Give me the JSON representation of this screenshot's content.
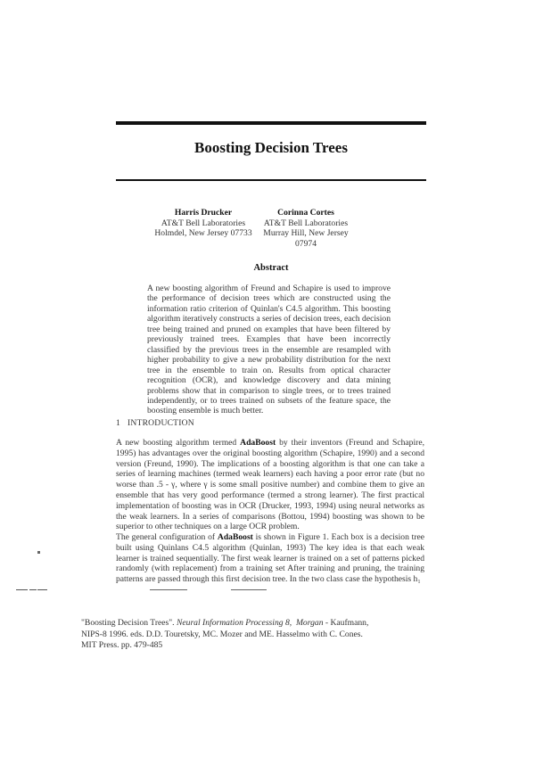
{
  "paper": {
    "title": "Boosting Decision Trees",
    "authors": [
      {
        "name": "Harris Drucker",
        "affiliation": "AT&T Bell Laboratories",
        "address": "Holmdel, New Jersey 07733"
      },
      {
        "name": "Corinna Cortes",
        "affiliation": "AT&T Bell Laboratories",
        "address": "Murray Hill, New Jersey 07974"
      }
    ],
    "abstract": {
      "heading": "Abstract",
      "text": "A new boosting algorithm of Freund and Schapire is used to improve the performance of decision trees which are constructed using the information ratio criterion of Quinlan's C4.5 algorithm. This boosting algorithm iteratively constructs a series of decision trees, each decision tree being trained and pruned on examples that have been filtered by previously trained trees. Examples that have been incorrectly classified by the previous trees in the ensemble are resampled with higher probability to give a new probability distribution for the next tree in the ensemble to train on. Results from optical character recognition (OCR), and knowledge discovery and data mining problems show that in comparison to single trees, or to trees trained independently, or to trees trained on subsets of the feature space, the boosting ensemble is much better."
    },
    "section": {
      "number": "1",
      "title": "INTRODUCTION"
    },
    "intro": {
      "p1_before": "A new boosting algorithm termed ",
      "p1_term": "AdaBoost",
      "p1_after": " by their inventors (Freund and Schapire, 1995) has advantages over the original boosting algorithm (Schapire, 1990) and a second version (Freund, 1990). The implications of a boosting algorithm is that one can take a series of learning machines (termed weak learners) each having a poor error rate (but no worse than .5 - γ, where γ is some small positive number) and combine them to give an ensemble that has very good performance (termed a strong learner). The first practical implementation of boosting was in OCR (Drucker, 1993, 1994) using neural networks as the weak learners. In a series of comparisons (Bottou, 1994) boosting was shown to be superior to other techniques on a large OCR problem.",
      "p2_before": "The general configuration of ",
      "p2_term": "AdaBoost",
      "p2_after": " is shown in Figure 1. Each box is a decision tree built using Quinlans C4.5 algorithm (Quinlan, 1993) The key idea is that each weak learner is trained sequentially. The first weak learner is trained on a set of patterns picked randomly (with replacement) from a training set After training and pruning, the training patterns are passed through this first decision tree. In the two class case the hypothesis h₁"
    },
    "citation": {
      "line1_a": "\"Boosting Decision Trees\". ",
      "line1_italic": "Neural Information Processing 8,",
      "line1_b": "  ",
      "line1_italic2": "Morgan",
      "line1_c": " - Kaufmann,",
      "line2": "NIPS-8 1996. eds. D.D. Touretsky, MC. Mozer and ME. Hasselmo with C. Cones.",
      "line3": "MIT Press. pp. 479-485"
    }
  }
}
